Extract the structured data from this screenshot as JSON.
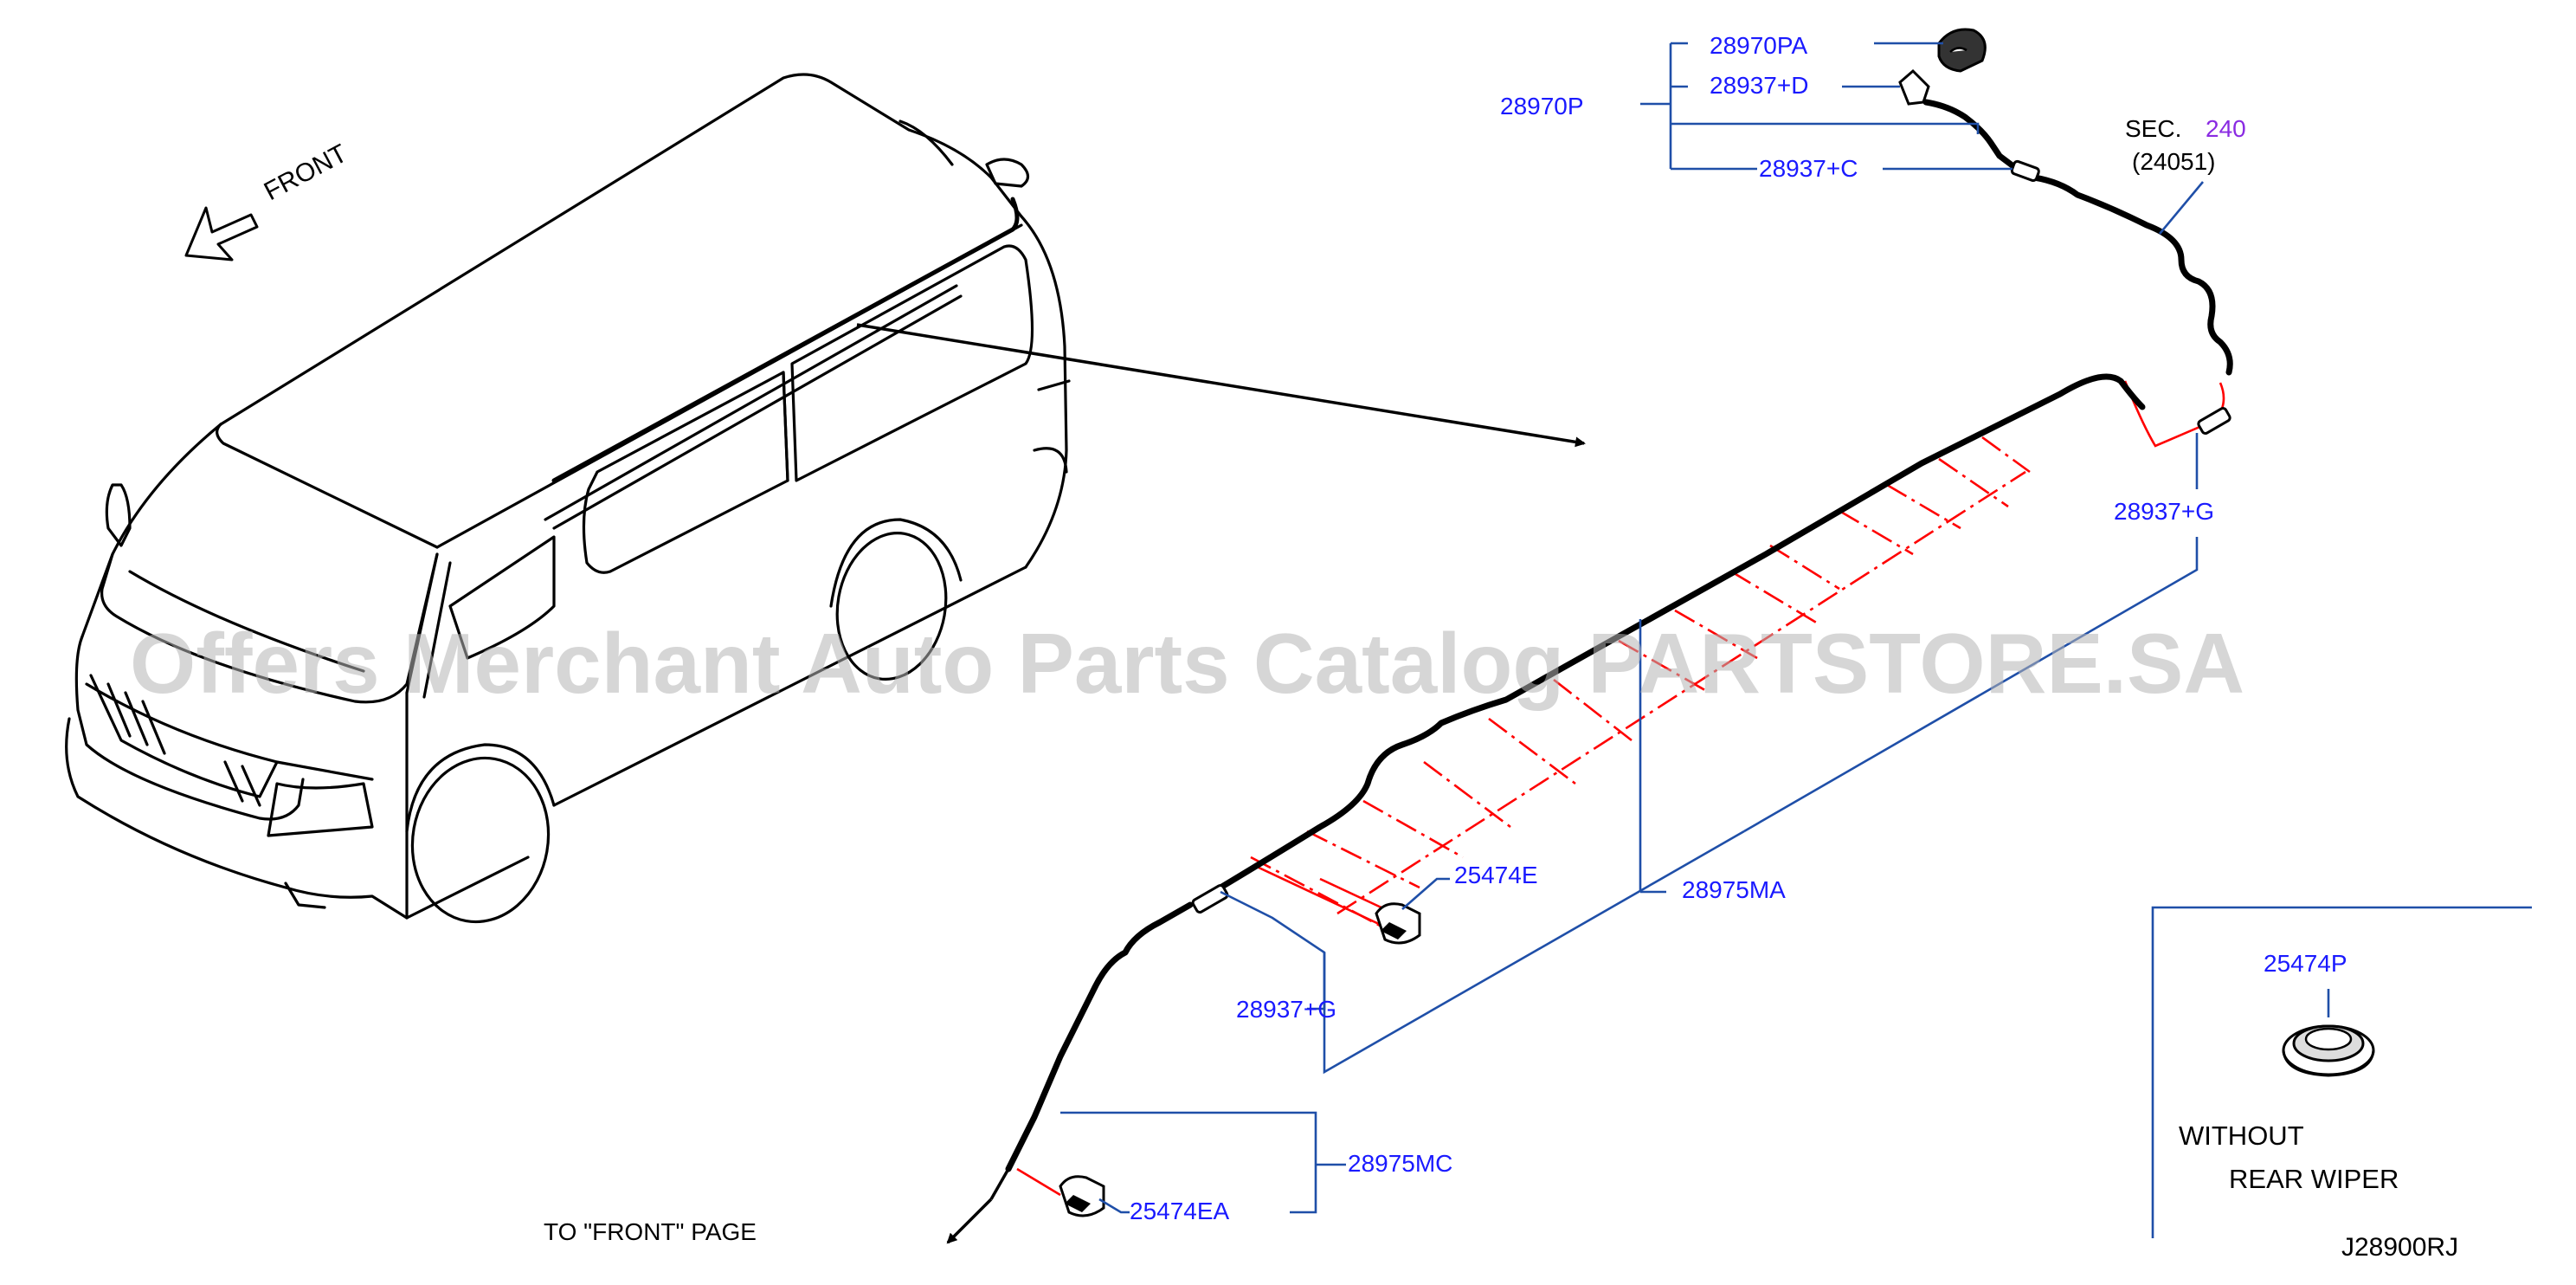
{
  "direction": {
    "front_label": "FRONT"
  },
  "hose_parts": {
    "nozzle": "28970PA",
    "elbow": "28937+D",
    "nozzle_assy": "28970P",
    "joint_upper": "28937+C",
    "joint_rear": "28937+G",
    "hose_main": "28975MA",
    "clip_main": "25474E",
    "joint_front": "28937+G",
    "hose_front": "28975MC",
    "clip_front": "25474EA"
  },
  "section_ref": {
    "prefix": "SEC.",
    "number": "240",
    "code": "(24051)"
  },
  "to_front_page": "TO  \"FRONT\"  PAGE",
  "variant_box": {
    "part": "25474P",
    "line1": "WITHOUT",
    "line2": "REAR  WIPER"
  },
  "diagram_code": "J28900RJ",
  "watermark": "Offers Merchant Auto Parts Catalog PARTSTORE.SA",
  "colors": {
    "part_number": "#1a1aff",
    "leader_line": "#1f4fa8",
    "hose_route": "#ff0000",
    "section_number": "#8a2be2"
  }
}
